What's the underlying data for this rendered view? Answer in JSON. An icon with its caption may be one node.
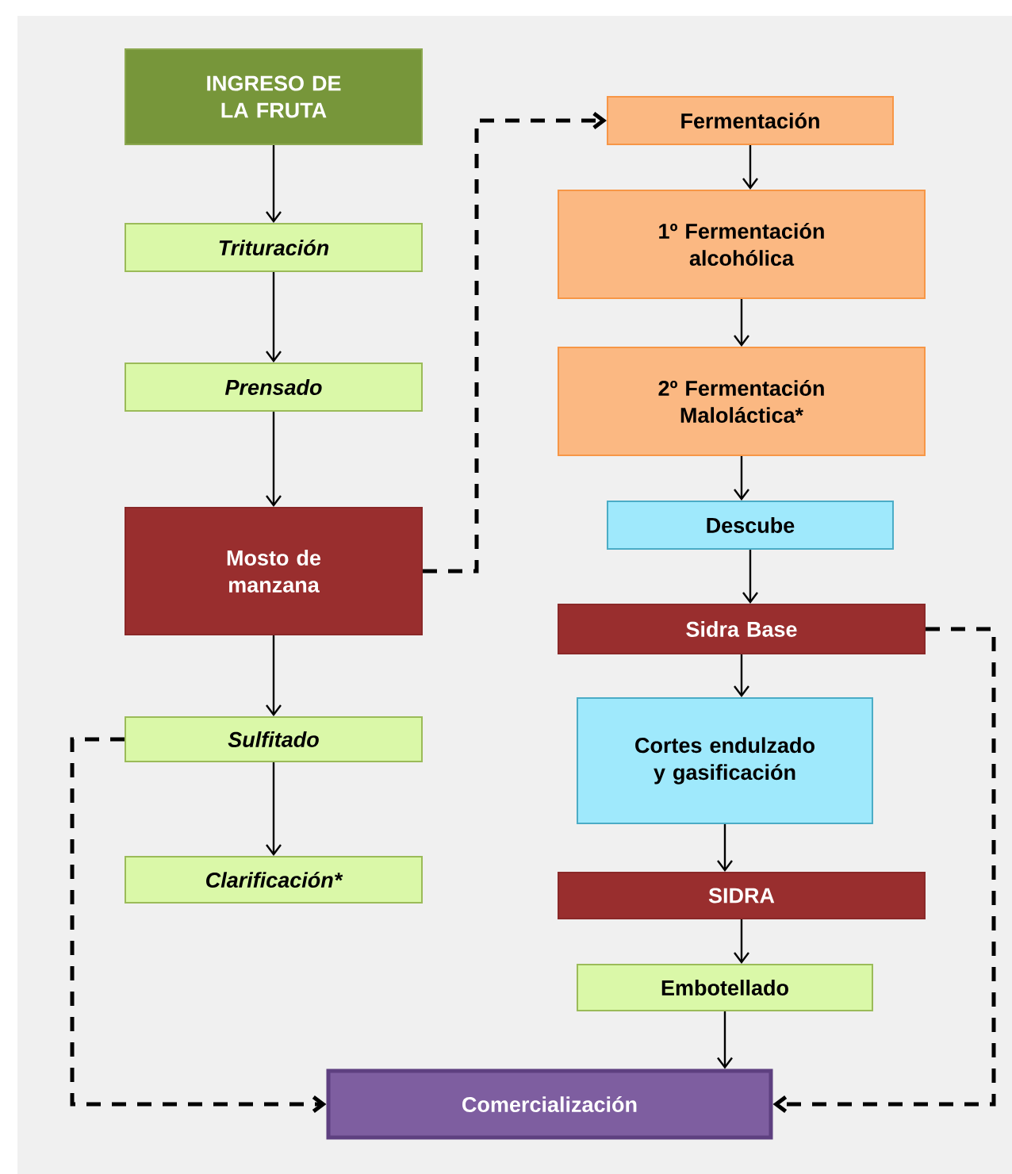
{
  "diagram": {
    "nodes": [
      {
        "text": [
          "INGRESO DE LA FRUTA"
        ]
      },
      {
        "text": [
          "Trituración"
        ]
      },
      {
        "text": [
          "Prensado"
        ]
      },
      {
        "text": [
          "Mosto de manzana"
        ]
      },
      {
        "text": [
          "Sulfitado"
        ]
      },
      {
        "text": [
          "Clarificación*"
        ]
      },
      {
        "text": [
          "Fermentación"
        ]
      },
      {
        "text": [
          "1º Fermentación alcohólica"
        ]
      },
      {
        "text": [
          "2º Fermentación Maloláctica*"
        ]
      },
      {
        "text": [
          "Descube"
        ]
      },
      {
        "text": [
          "Sidra Base"
        ]
      },
      {
        "text": [
          "Cortes endulzado y gasificación"
        ]
      },
      {
        "text": [
          "SIDRA"
        ]
      },
      {
        "text": [
          "Embotellado"
        ]
      },
      {
        "text": [
          "Comercialización"
        ]
      }
    ],
    "edges": [
      {
        "from": 0,
        "to": 1,
        "arrow": "to"
      },
      {
        "from": 1,
        "to": 2,
        "arrow": "to"
      },
      {
        "from": 2,
        "to": 3,
        "arrow": "to"
      },
      {
        "from": 3,
        "to": 4,
        "arrow": "to"
      },
      {
        "from": 4,
        "to": 5,
        "arrow": "to"
      },
      {
        "from": 3,
        "to": 6,
        "arrow": "to",
        "style": "dashed"
      },
      {
        "from": 6,
        "to": 7,
        "arrow": "to"
      },
      {
        "from": 7,
        "to": 8,
        "arrow": "to"
      },
      {
        "from": 8,
        "to": 9,
        "arrow": "to"
      },
      {
        "from": 9,
        "to": 10,
        "arrow": "to"
      },
      {
        "from": 10,
        "to": 11,
        "arrow": "to"
      },
      {
        "from": 11,
        "to": 12,
        "arrow": "to"
      },
      {
        "from": 12,
        "to": 13,
        "arrow": "to"
      },
      {
        "from": 13,
        "to": 14,
        "arrow": "to"
      },
      {
        "from": 4,
        "to": 14,
        "arrow": "to",
        "style": "dashed"
      },
      {
        "from": 10,
        "to": 14,
        "arrow": "to",
        "style": "dashed"
      }
    ]
  }
}
